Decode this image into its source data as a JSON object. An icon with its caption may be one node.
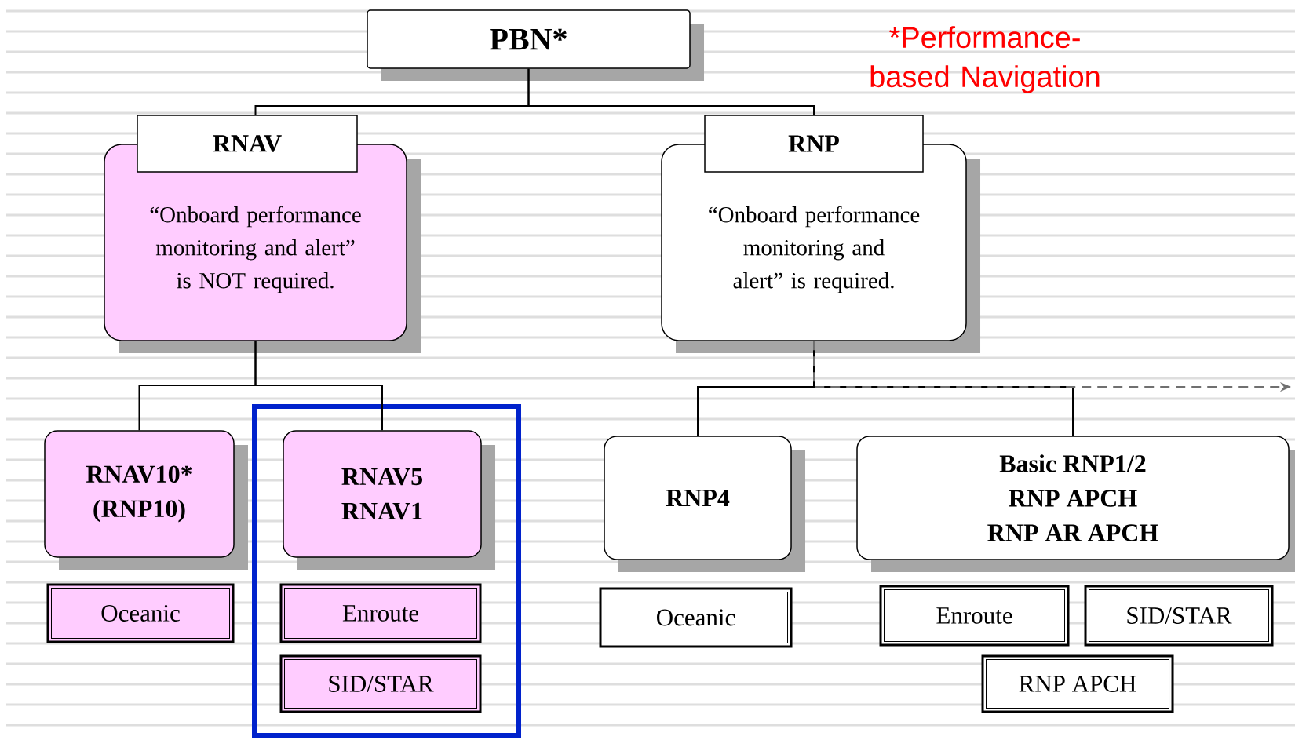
{
  "diagram": {
    "nodes": [
      {
        "text": [
          "PBN*"
        ]
      },
      {
        "text": [
          "RNAV",
          "“Onboard performance monitoring and alert” is NOT required."
        ]
      },
      {
        "text": [
          "RNP",
          "“Onboard performance monitoring and alert” is required."
        ]
      },
      {
        "text": [
          "RNAV10*",
          "(RNP10)"
        ]
      },
      {
        "text": [
          "RNAV5",
          "RNAV1"
        ]
      },
      {
        "text": [
          "RNP4"
        ]
      },
      {
        "text": [
          "Basic RNP1/2",
          "RNP APCH",
          "RNP AR APCH"
        ]
      },
      {
        "text": [
          "Oceanic"
        ]
      },
      {
        "text": [
          "Enroute"
        ]
      },
      {
        "text": [
          "SID/STAR"
        ]
      },
      {
        "text": [
          "Oceanic"
        ]
      },
      {
        "text": [
          "Enroute"
        ]
      },
      {
        "text": [
          "SID/STAR"
        ]
      },
      {
        "text": [
          "RNP APCH"
        ]
      }
    ],
    "edges": [
      {
        "from": 0,
        "to": 1,
        "arrow": "none"
      },
      {
        "from": 0,
        "to": 2,
        "arrow": "none"
      },
      {
        "from": 1,
        "to": 3,
        "arrow": "none"
      },
      {
        "from": 1,
        "to": 4,
        "arrow": "none"
      },
      {
        "from": 2,
        "to": 5,
        "arrow": "none"
      },
      {
        "from": 2,
        "to": 6,
        "arrow": "none"
      },
      {
        "from": 2,
        "to": null,
        "arrow": "to",
        "style": "dashed",
        "color": "#707070"
      }
    ],
    "labels": [
      "*Performance-based Navigation"
    ]
  }
}
